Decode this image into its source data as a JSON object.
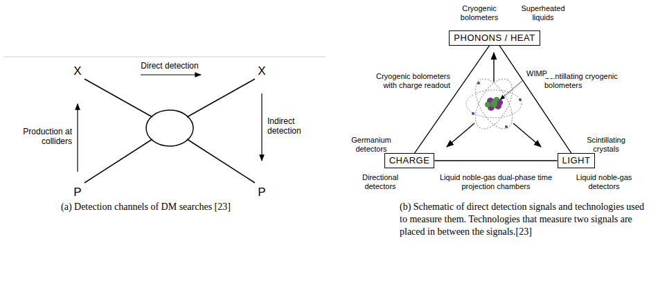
{
  "diagram": {
    "nodes": [
      {
        "text": [
          "PHONONS / HEAT"
        ]
      },
      {
        "text": [
          "CHARGE"
        ]
      },
      {
        "text": [
          "LIGHT"
        ]
      }
    ],
    "edges": [
      {
        "from": 0,
        "to": 1,
        "arrow": "none"
      },
      {
        "from": 1,
        "to": 2,
        "arrow": "none"
      },
      {
        "from": 0,
        "to": 2,
        "arrow": "none"
      }
    ],
    "labels": [
      "Direct detection",
      "X",
      "X",
      "Production at colliders",
      "Indirect detection",
      "P",
      "P",
      "(a) Detection channels of DM searches [23]",
      "Cryogenic bolometers",
      "Superheated liquids",
      "Cryogenic bolometers with charge readout",
      "Scintillating cryogenic bolometers",
      "WIMP",
      "Germanium detectors",
      "Scintillating crystals",
      "Directional detectors",
      "Liquid noble-gas dual-phase time projection chambers",
      "Liquid noble-gas detectors",
      "(b) Schematic of direct detection signals and technologies used to measure them. Technologies that measure two signals are placed in between the signals.[23]"
    ]
  }
}
